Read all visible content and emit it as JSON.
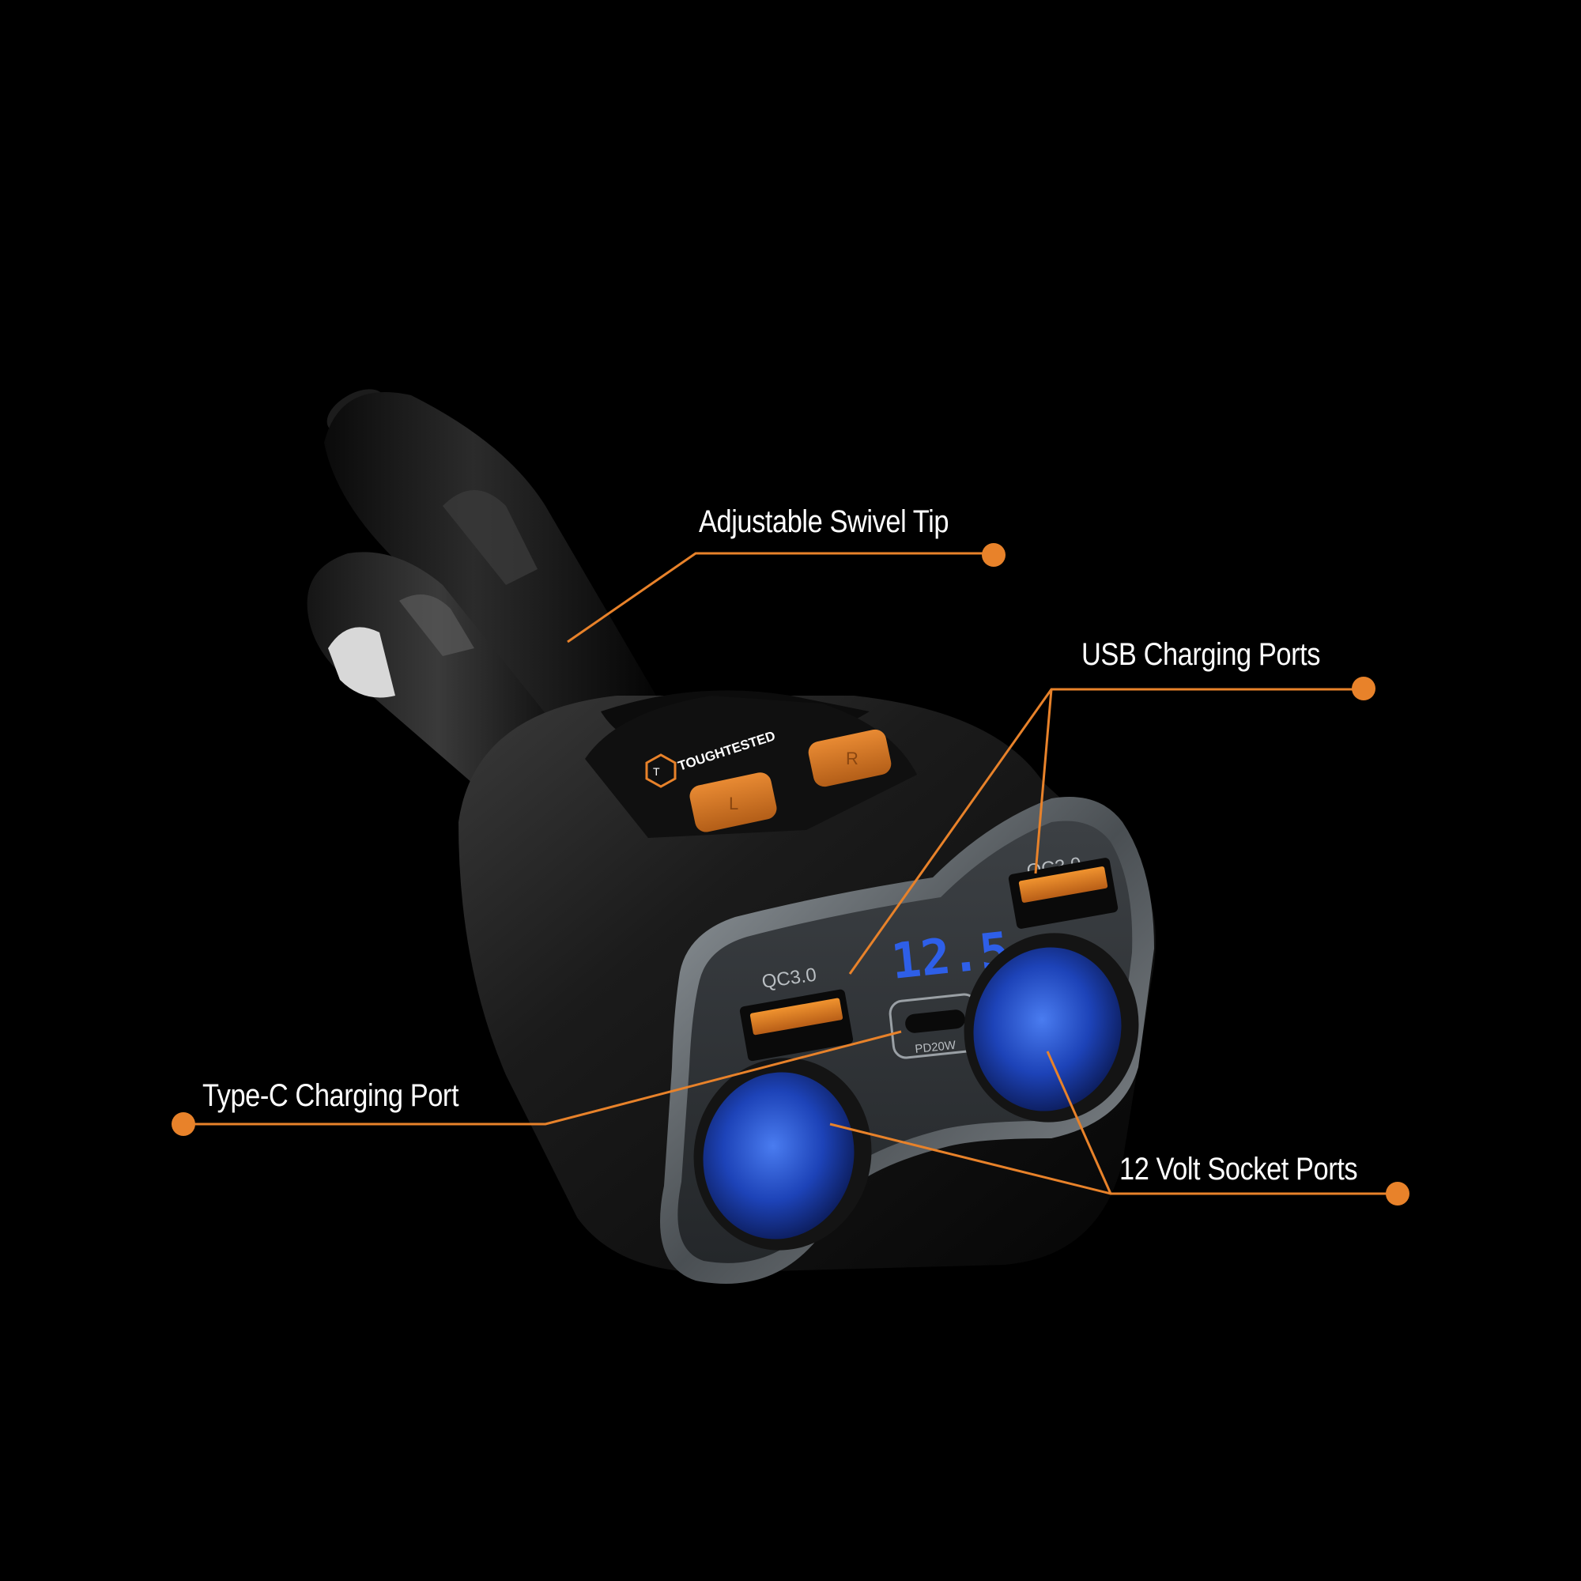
{
  "colors": {
    "background": "#000000",
    "accent": "#e8822a",
    "label": "#ffffff",
    "display_blue": "#2e5fe8",
    "socket_blue": "#1f4fd0",
    "button_orange": "#d9731f"
  },
  "callouts": {
    "swivel_tip": "Adjustable Swivel Tip",
    "usb_ports": "USB Charging Ports",
    "type_c_port": "Type-C Charging Port",
    "socket_ports": "12 Volt Socket Ports"
  },
  "device": {
    "brand": "TOUGHTESTED",
    "display_reading": "12.5",
    "usb_left_label": "QC3.0",
    "usb_right_label": "QC3.0",
    "type_c_label": "PD20W",
    "button_left": "L",
    "button_right": "R"
  }
}
